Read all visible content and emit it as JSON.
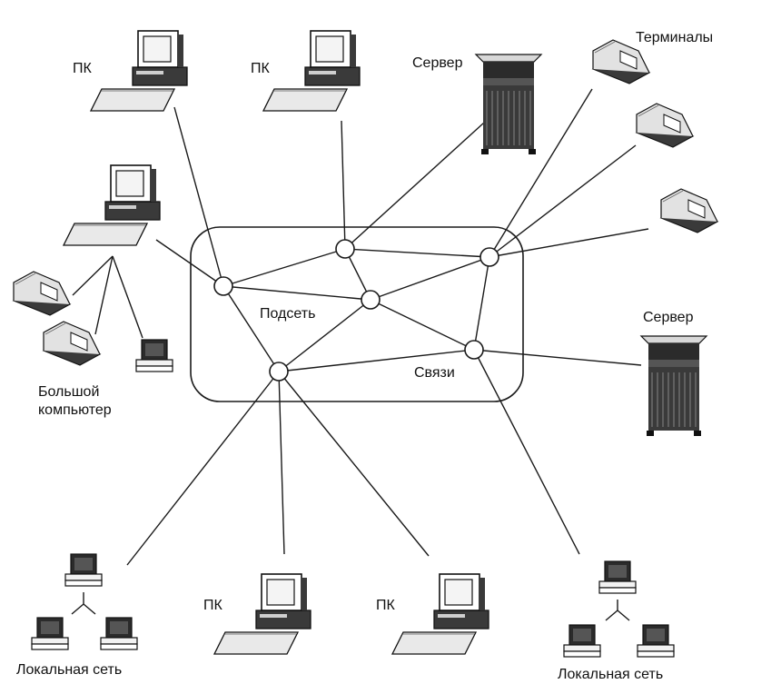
{
  "labels": {
    "pc": "ПК",
    "server": "Сервер",
    "terminals": "Терминалы",
    "subnet": "Подсеть",
    "links": "Связи",
    "mainframe_line1": "Большой",
    "mainframe_line2": "компьютер",
    "lan": "Локальная сеть"
  },
  "icons": [
    "pc-icon",
    "server-icon",
    "terminal-icon",
    "mainframe-icon",
    "lan-workstation-icon"
  ],
  "colors": {
    "line": "#1a1a1a",
    "device_dark": "#2b2b2b",
    "device_light": "#f2f2f2"
  }
}
